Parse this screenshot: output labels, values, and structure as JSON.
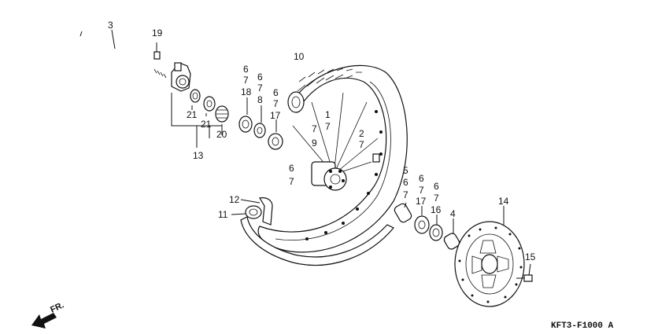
{
  "diagram": {
    "code": "KFT3-F1000 A",
    "direction_label": "FR.",
    "callouts": {
      "c1": "1",
      "c2": "2",
      "c3": "3",
      "c4": "4",
      "c5": "5",
      "c6a": "6",
      "c6b": "6",
      "c6c": "6",
      "c6d": "6",
      "c6e": "6",
      "c6f": "6",
      "c6g": "6",
      "c7a": "7",
      "c7b": "7",
      "c7c": "7",
      "c7d": "7",
      "c7e": "7",
      "c7f": "7",
      "c7g": "7",
      "c7h": "7",
      "c7i": "7",
      "c7j": "7",
      "c7k": "7",
      "c8": "8",
      "c9": "9",
      "c10": "10",
      "c11": "11",
      "c12": "12",
      "c13": "13",
      "c14": "14",
      "c15": "15",
      "c16": "16",
      "c17a": "17",
      "c17b": "17",
      "c18": "18",
      "c19": "19",
      "c20": "20",
      "c21a": "21",
      "c21b": "21"
    }
  }
}
